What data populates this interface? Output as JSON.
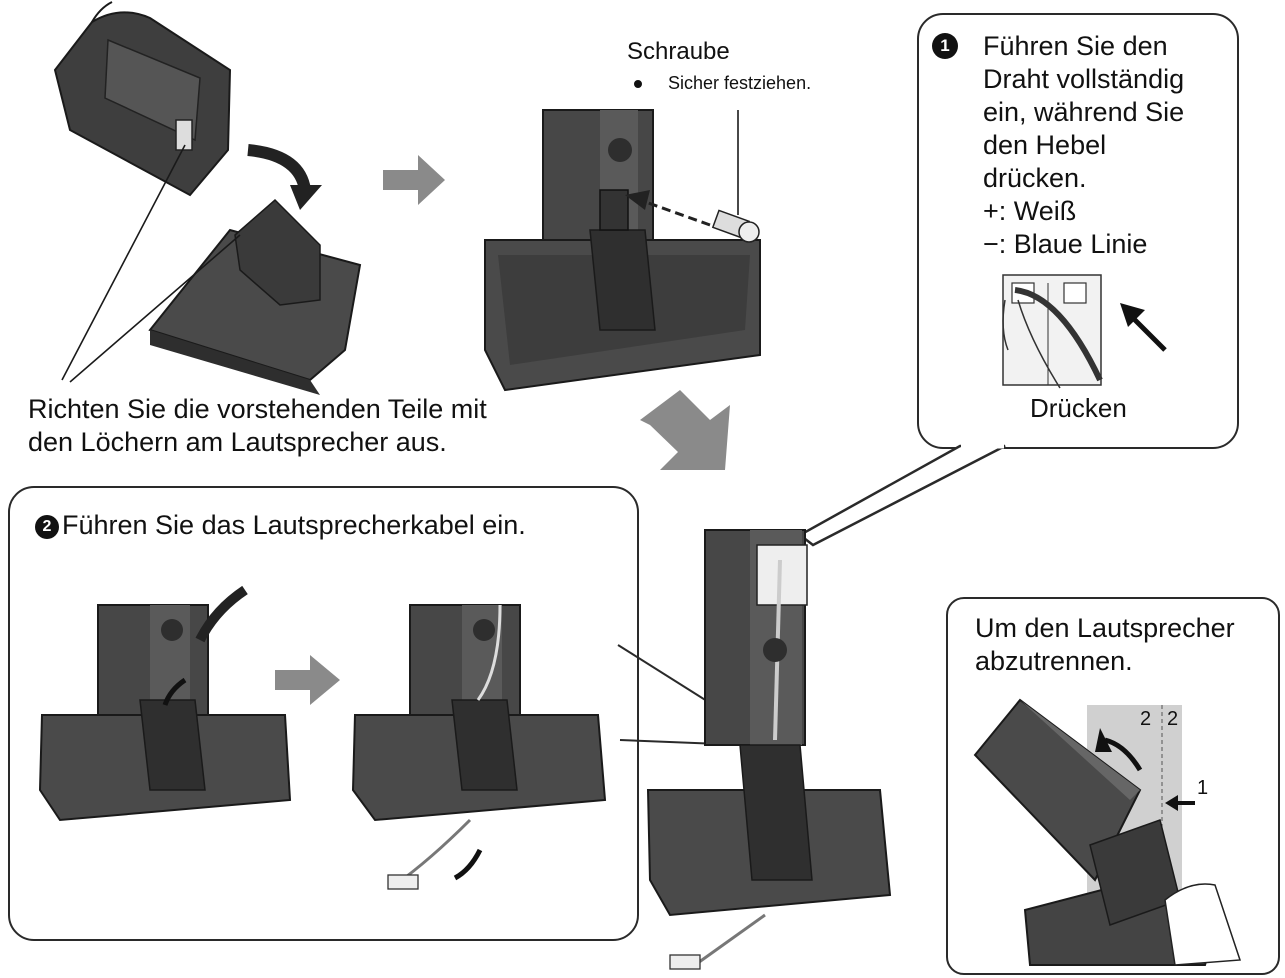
{
  "top": {
    "screw_label": "Schraube",
    "screw_note": "Sicher festziehen.",
    "align_line1": "Richten Sie die vorstehenden Teile mit",
    "align_line2": "den Löchern am Lautsprecher aus."
  },
  "step1": {
    "marker": "1",
    "lines": [
      "Führen Sie den",
      "Draht vollständig",
      "ein, während Sie",
      "den Hebel",
      "drücken.",
      "+: Weiß",
      "−: Blaue Linie"
    ],
    "press_label": "Drücken"
  },
  "step2": {
    "marker": "2",
    "title": "Führen Sie das Lautsprecherkabel ein."
  },
  "detach": {
    "line1": "Um den Lautsprecher",
    "line2": "abzutrennen.",
    "num_left": "2",
    "num_right": "2",
    "num_one": "1"
  },
  "colors": {
    "stand_dark": "#3c3c3c",
    "stand_mid": "#5a5a5a",
    "arrow_gray": "#8a8a8a",
    "panel_border": "#2a2a2a"
  }
}
